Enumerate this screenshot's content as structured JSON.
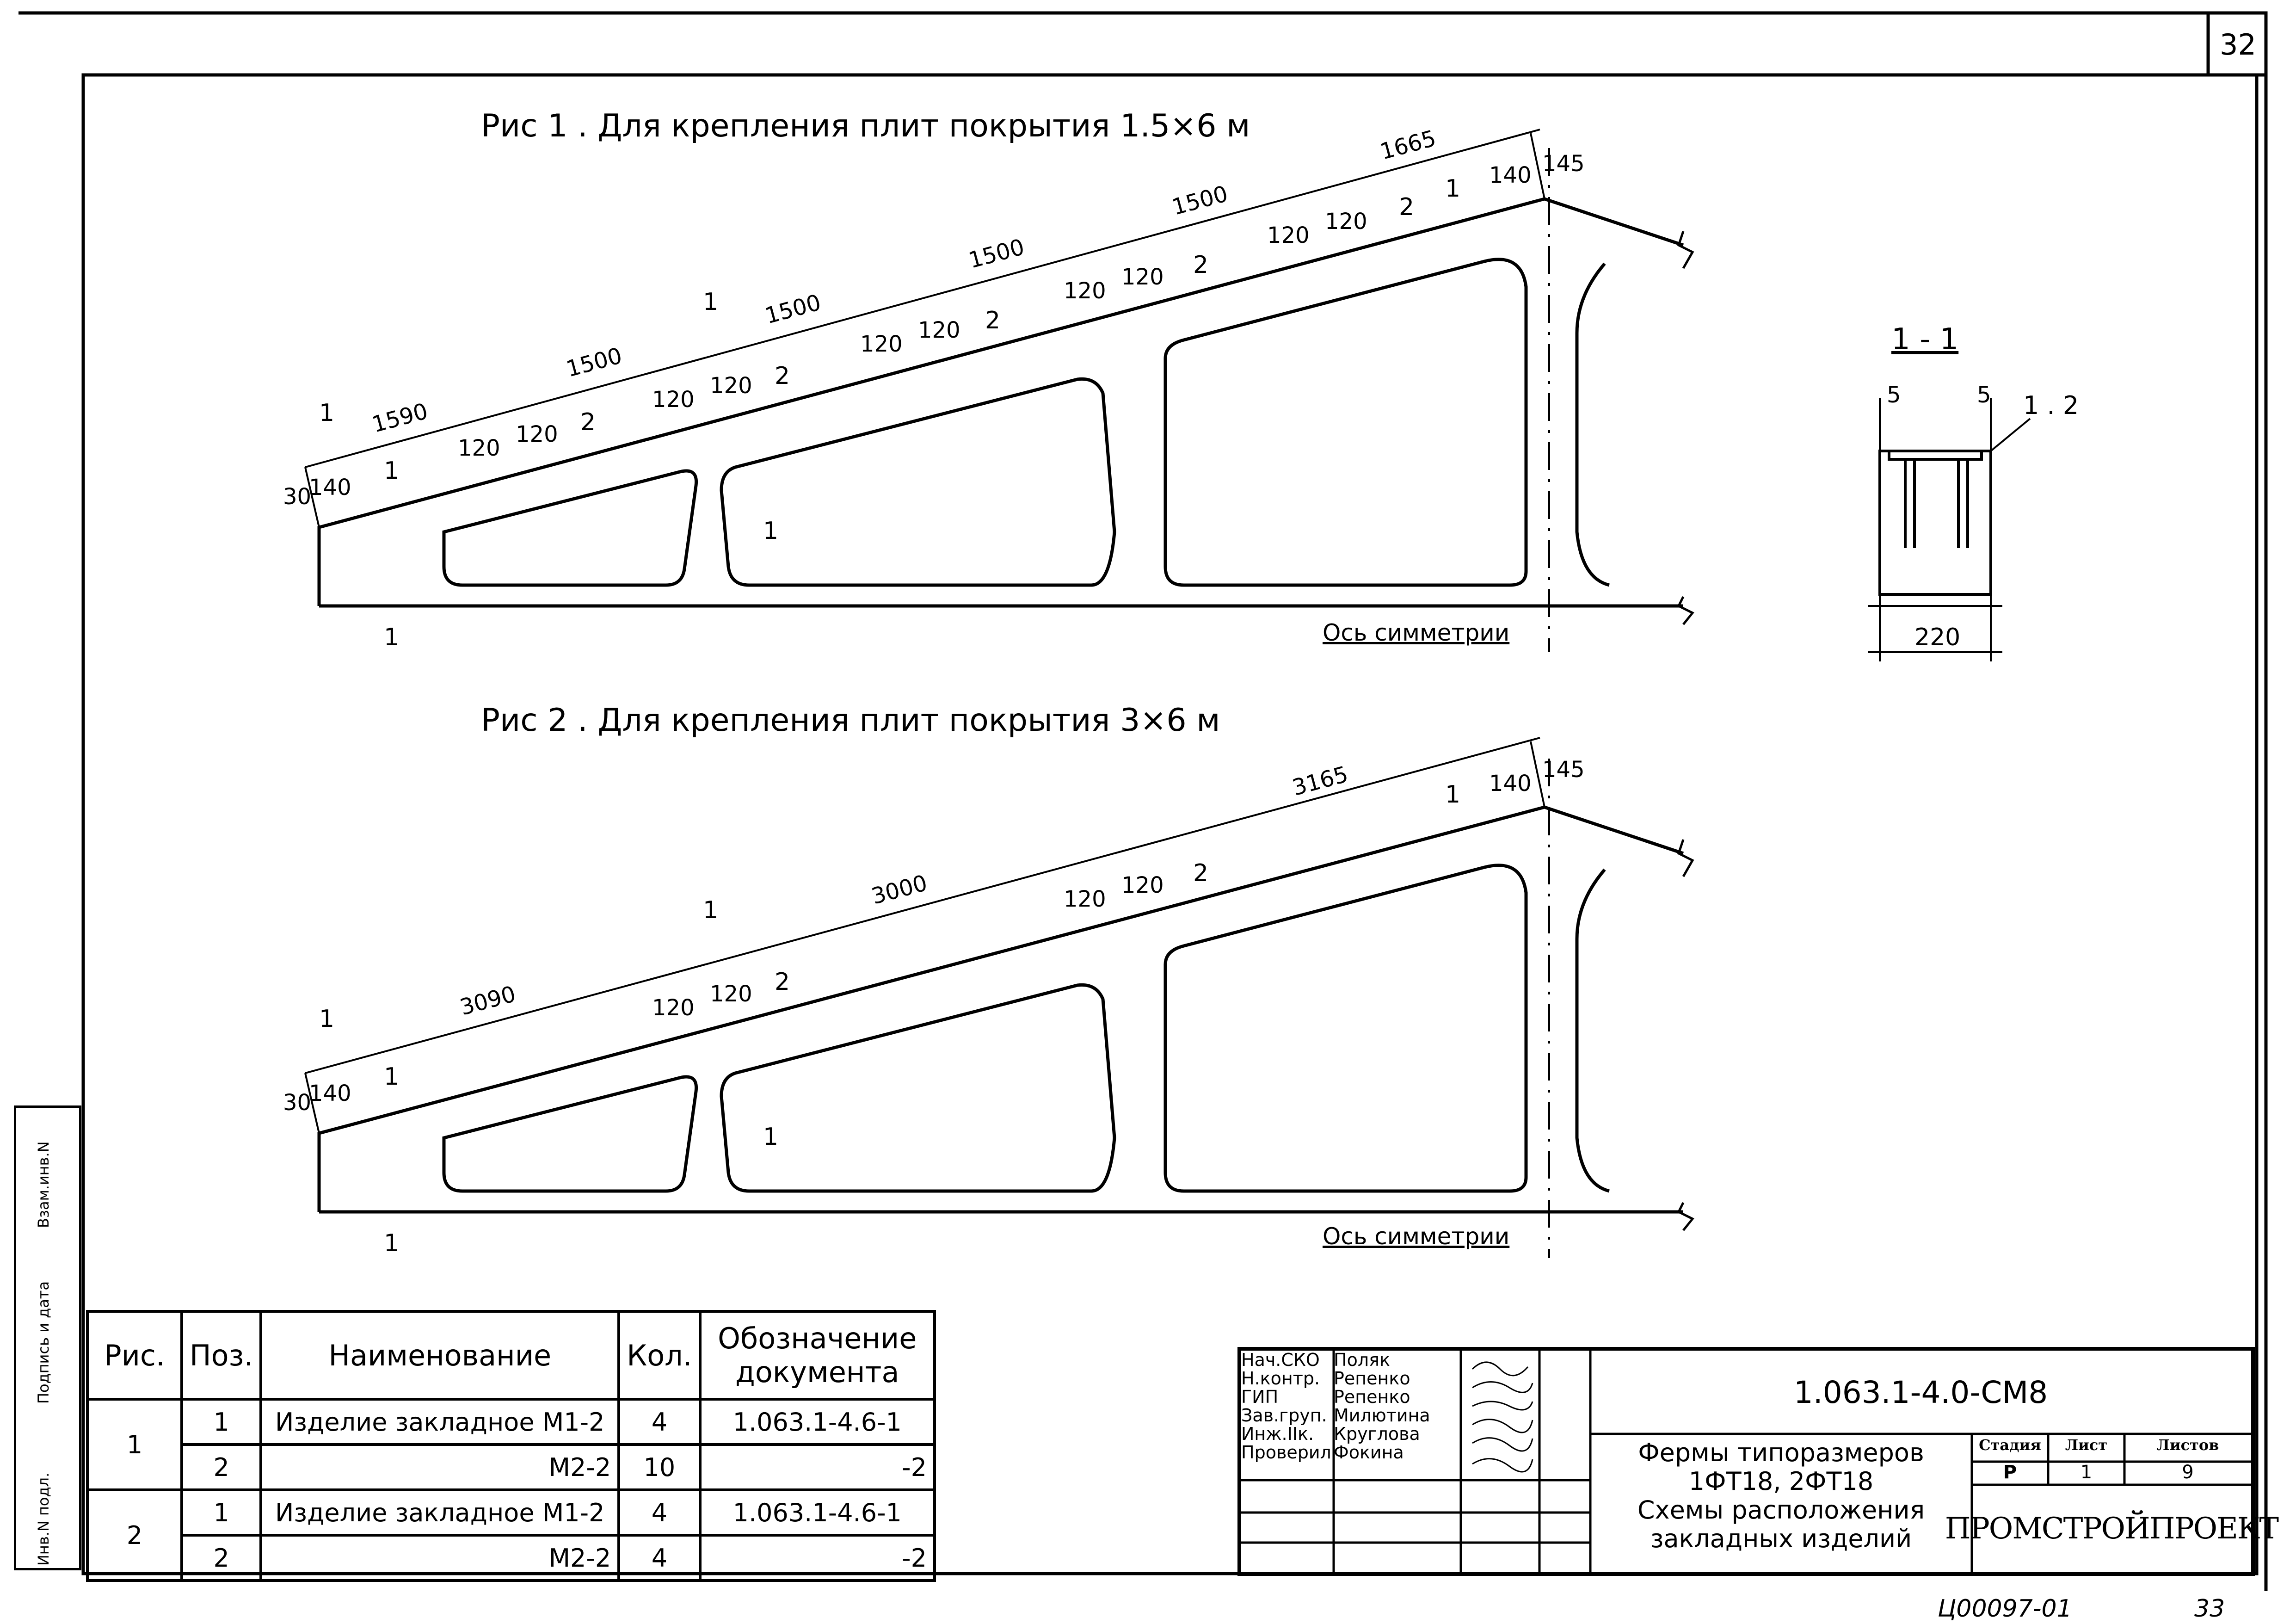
{
  "sheet": {
    "sheet_number_top": "32",
    "page_number_bottom": "33",
    "archive_code": "Ц00097-01"
  },
  "figure1": {
    "title": "Рис 1 . Для крепления плит покрытия 1.5×6 м",
    "dims_top": [
      "1590",
      "1500",
      "1500",
      "1500",
      "1500",
      "1665"
    ],
    "dim_120": "120",
    "dim_30": "30",
    "dim_140": "140",
    "dim_145": "145",
    "pos1": "1",
    "pos2": "2",
    "section_mark": "1",
    "axis_label": "Ось симметрии"
  },
  "figure2": {
    "title": "Рис 2 . Для крепления плит покрытия 3×6 м",
    "dims_top": [
      "3090",
      "3000",
      "3165"
    ],
    "dim_120": "120",
    "dim_30": "30",
    "dim_140": "140",
    "dim_145": "145",
    "pos1": "1",
    "pos2": "2",
    "section_mark": "1",
    "axis_label": "Ось симметрии"
  },
  "section": {
    "title": "1 - 1",
    "dim_5_left": "5",
    "dim_5_right": "5",
    "callout": "1 . 2",
    "width": "220"
  },
  "spec_table": {
    "headers": [
      "Рис.",
      "Поз.",
      "Наименование",
      "Кол.",
      "Обозначение документа"
    ],
    "rows": [
      {
        "fig": "1",
        "pos": "1",
        "name": "Изделие закладное М1-2",
        "qty": "4",
        "doc": "1.063.1-4.6-1"
      },
      {
        "fig": "",
        "pos": "2",
        "name": "М2-2",
        "qty": "10",
        "doc": "-2"
      },
      {
        "fig": "2",
        "pos": "1",
        "name": "Изделие закладное М1-2",
        "qty": "4",
        "doc": "1.063.1-4.6-1"
      },
      {
        "fig": "",
        "pos": "2",
        "name": "М2-2",
        "qty": "4",
        "doc": "-2"
      }
    ]
  },
  "title_block": {
    "roles": [
      {
        "role": "Нач.СКО",
        "name": "Поляк"
      },
      {
        "role": "Н.контр.",
        "name": "Репенко"
      },
      {
        "role": "ГИП",
        "name": "Репенко"
      },
      {
        "role": "Зав.груп.",
        "name": "Милютина"
      },
      {
        "role": "Инж.IIк.",
        "name": "Круглова"
      },
      {
        "role": "Проверил",
        "name": "Фокина"
      }
    ],
    "doc_code": "1.063.1-4.0-СМ8",
    "title_line1": "Фермы типоразмеров",
    "title_line2": "1ФТ18, 2ФТ18",
    "title_line3": "Схемы расположения",
    "title_line4": "закладных изделий",
    "stage_label": "Стадия",
    "sheet_label": "Лист",
    "sheets_label": "Листов",
    "stage": "Р",
    "sheet": "1",
    "sheets": "9",
    "org": "ПРОМСТРОЙПРОЕКТ"
  },
  "side_stamp": {
    "inv_podl": "Инв.N подл.",
    "podpis": "Подпись и дата",
    "vzam": "Взам.инв.N"
  }
}
